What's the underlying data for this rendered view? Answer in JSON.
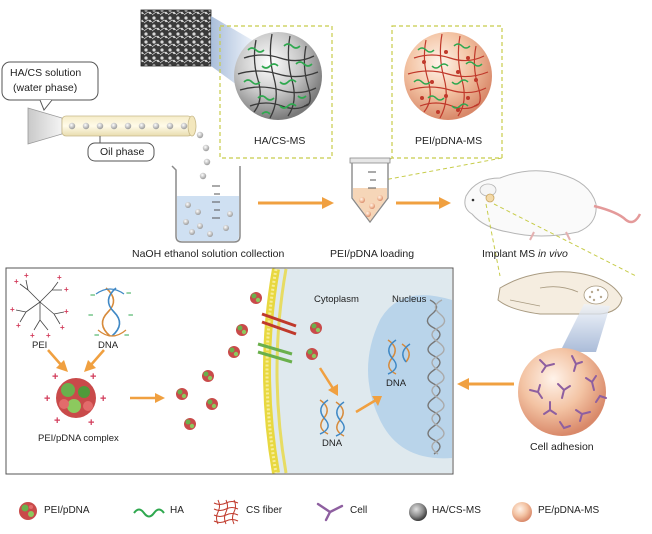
{
  "top": {
    "solution_label_line1": "HA/CS solution",
    "solution_label_line2": "(water phase)",
    "oil_phase": "Oil phase",
    "ha_cs_ms": "HA/CS-MS",
    "pei_pdna_ms": "PEI/pDNA-MS",
    "collection": "NaOH ethanol solution collection",
    "loading": "PEI/pDNA loading",
    "implant_prefix": "Implant MS ",
    "implant_italic": "in vivo"
  },
  "panel": {
    "pei": "PEI",
    "dna_left": "DNA",
    "complex": "PEI/pDNA complex",
    "cytoplasm": "Cytoplasm",
    "nucleus": "Nucleus",
    "dna_cyto": "DNA",
    "dna_nucleus": "DNA"
  },
  "cell_adhesion": "Cell adhesion",
  "legend": [
    {
      "label": "PEI/pDNA",
      "icon": "pei-pdna-icon"
    },
    {
      "label": "HA",
      "icon": "ha-icon"
    },
    {
      "label": "CS fiber",
      "icon": "cs-fiber-icon"
    },
    {
      "label": "Cell",
      "icon": "cell-icon"
    },
    {
      "label": "HA/CS-MS",
      "icon": "ha-cs-ms-icon"
    },
    {
      "label": "PE/pDNA-MS",
      "icon": "pe-pdna-ms-icon"
    }
  ],
  "colors": {
    "arrow": "#f0a040",
    "membrane": "#e8d840",
    "nucleus": "#b9d4ea",
    "cytoplasm": "#dfe9ee",
    "ha_green": "#2fa84f",
    "cs_red": "#c0392b",
    "cell_purple": "#8e5fa0",
    "sphere_peach": "#f3c3a3",
    "sphere_gray": "#8c8c8c"
  }
}
